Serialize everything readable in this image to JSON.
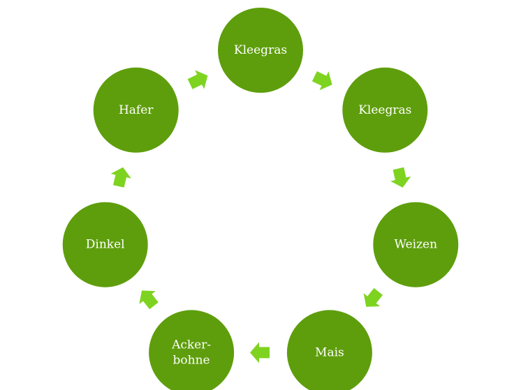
{
  "diagram": {
    "type": "cycle",
    "colors": {
      "node_fill": "#5e9e0c",
      "node_text": "#ffffff",
      "arrow_fill": "#7ed321"
    },
    "nodes": [
      {
        "id": "kleegras-1",
        "lines": [
          "Kleegras"
        ]
      },
      {
        "id": "kleegras-2",
        "lines": [
          "Kleegras"
        ]
      },
      {
        "id": "weizen",
        "lines": [
          "Weizen"
        ]
      },
      {
        "id": "mais",
        "lines": [
          "Mais"
        ]
      },
      {
        "id": "ackerbohne",
        "lines": [
          "Acker-",
          "bohne"
        ]
      },
      {
        "id": "dinkel",
        "lines": [
          "Dinkel"
        ]
      },
      {
        "id": "hafer",
        "lines": [
          "Hafer"
        ]
      }
    ],
    "edges": [
      {
        "from": "kleegras-1",
        "to": "kleegras-2"
      },
      {
        "from": "kleegras-2",
        "to": "weizen"
      },
      {
        "from": "weizen",
        "to": "mais"
      },
      {
        "from": "mais",
        "to": "ackerbohne"
      },
      {
        "from": "ackerbohne",
        "to": "dinkel"
      },
      {
        "from": "dinkel",
        "to": "hafer"
      },
      {
        "from": "hafer",
        "to": "kleegras-1"
      }
    ]
  }
}
